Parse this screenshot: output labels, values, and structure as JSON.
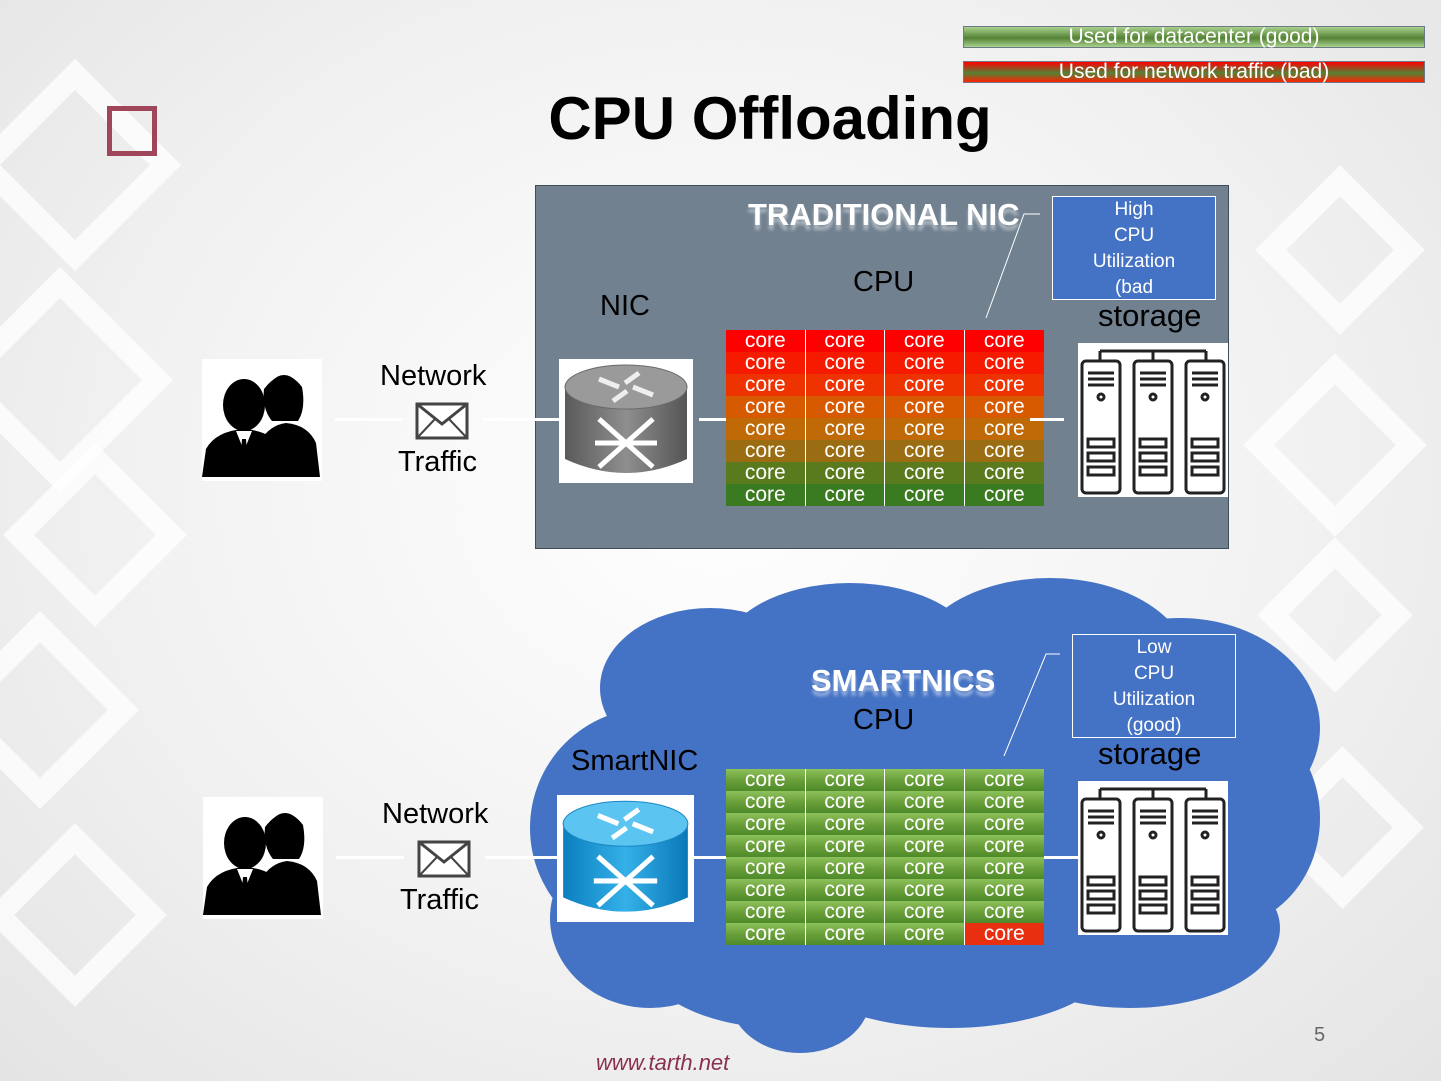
{
  "legend": {
    "good": "Used for  datacenter (good)",
    "bad": "Used for  network traffic (bad)",
    "good_color": "#548235",
    "bad_color": "#ff0000"
  },
  "title": "CPU Offloading",
  "traditional": {
    "heading": "TRADITIONAL NIC",
    "nic_label": "NIC",
    "cpu_label": "CPU",
    "storage_label": "storage",
    "callout": [
      "High",
      "CPU",
      "Utilization",
      "(bad"
    ],
    "network_label": "Network",
    "traffic_label": "Traffic",
    "core_label": "core",
    "row_colors": [
      "#ff0000",
      "#f51a00",
      "#ee3300",
      "#d85a00",
      "#bf6a06",
      "#9a6d12",
      "#5a7a1e",
      "#3a7a20"
    ]
  },
  "smart": {
    "heading": "SMARTNICS",
    "nic_label": "SmartNIC",
    "cpu_label": "CPU",
    "storage_label": "storage",
    "callout": [
      "Low",
      "CPU",
      "Utilization",
      "(good)"
    ],
    "network_label": "Network",
    "traffic_label": "Traffic",
    "core_label": "core",
    "good_color": "#6aa03a",
    "bad_color": "#e83010"
  },
  "page_number": "5",
  "website": "www.tarth.net",
  "icons": [
    "users-icon",
    "envelope-icon",
    "router-icon",
    "server-rack-icon",
    "logo-square-icon"
  ]
}
